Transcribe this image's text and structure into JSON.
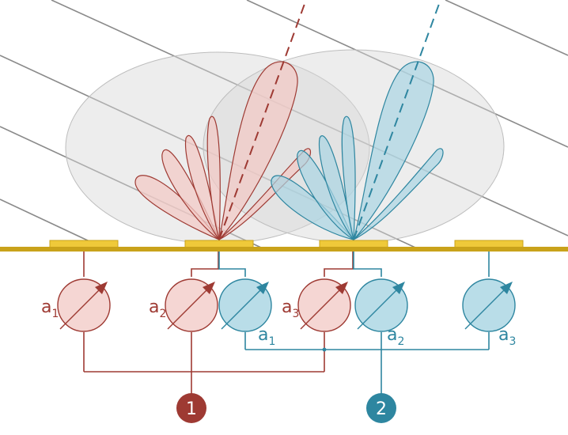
{
  "colors": {
    "red": "#9e3a33",
    "red_fill": "#f2d3d1",
    "teal": "#2e86a0",
    "teal_fill": "#b9dde8",
    "gold": "#c9a21a",
    "gold_light": "#efc93a",
    "wave": "#8a8a8a",
    "envelope": "#d9d9d9"
  },
  "labels": {
    "red_phasers": [
      {
        "base": "a",
        "sub": "1"
      },
      {
        "base": "a",
        "sub": "2"
      },
      {
        "base": "a",
        "sub": "3"
      }
    ],
    "teal_phasers": [
      {
        "base": "a",
        "sub": "1"
      },
      {
        "base": "a",
        "sub": "2"
      },
      {
        "base": "a",
        "sub": "3"
      }
    ],
    "beam_1": "1",
    "beam_2": "2"
  }
}
